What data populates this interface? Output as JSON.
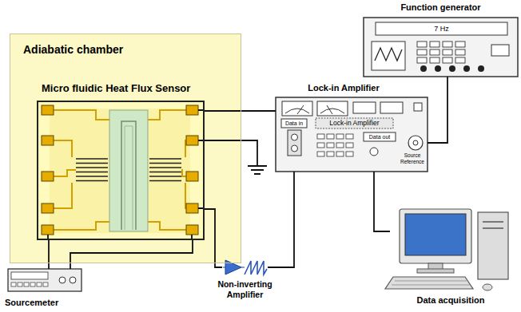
{
  "diagram": {
    "nodes": [
      {
        "text": [
          "Adiabatic chamber"
        ]
      },
      {
        "text": [
          "Micro fluidic Heat Flux Sensor"
        ],
        "in": 0
      },
      {
        "text": [
          "Function generator",
          "7 Hz"
        ]
      },
      {
        "text": [
          "Lock-in Amplifier",
          "Data in",
          "Lock-in Amplifier",
          "Data out",
          "Source Reference"
        ]
      },
      {
        "text": [
          "Sourcemeter"
        ]
      },
      {
        "text": [
          "Non-inverting Amplifier"
        ]
      },
      {
        "text": [
          "Data acquisition"
        ]
      }
    ],
    "edges": [
      {
        "from": 1,
        "to": 3,
        "arrow": "none"
      },
      {
        "from": 2,
        "to": 3,
        "arrow": "none"
      },
      {
        "from": 1,
        "to": 5,
        "arrow": "none"
      },
      {
        "from": 5,
        "to": 3,
        "arrow": "none"
      },
      {
        "from": 3,
        "to": 6,
        "arrow": "none"
      },
      {
        "from": 1,
        "to": 4,
        "arrow": "none"
      },
      {
        "from": 1,
        "to": 4,
        "arrow": "none"
      }
    ]
  }
}
